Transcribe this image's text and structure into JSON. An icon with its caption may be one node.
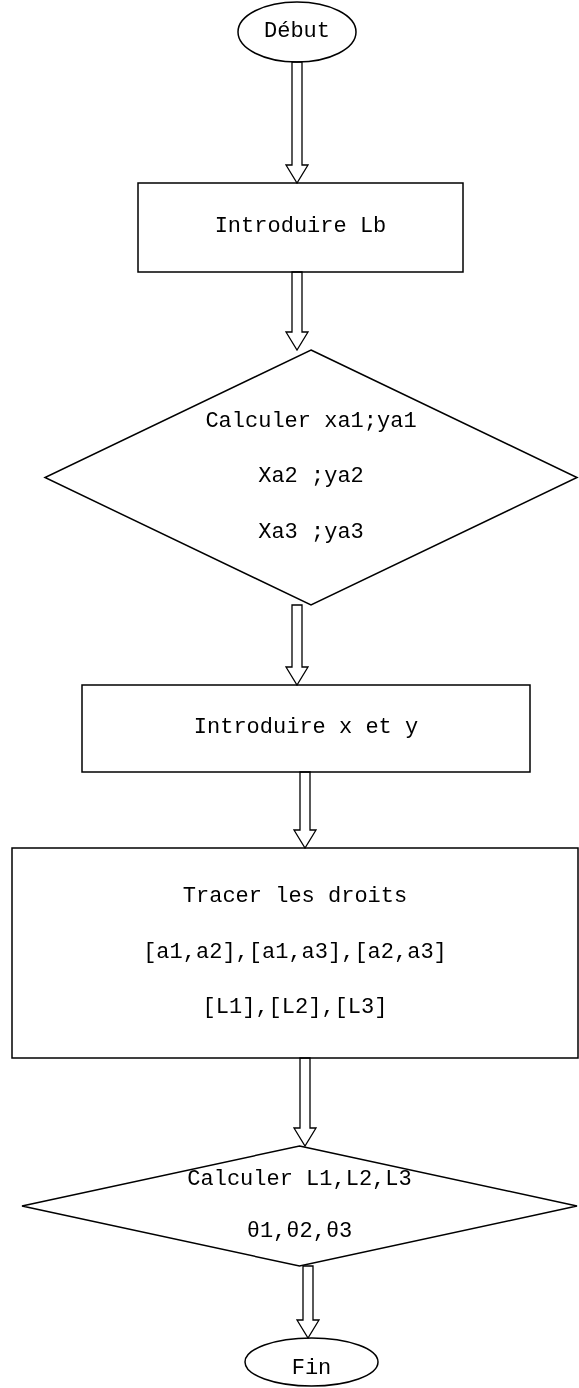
{
  "diagram": {
    "nodes": [
      {
        "text": [
          "Début"
        ]
      },
      {
        "text": [
          "Introduire Lb"
        ]
      },
      {
        "text": [
          "Calculer xa1;ya1",
          "Xa2 ;ya2",
          "Xa3 ;ya3"
        ]
      },
      {
        "text": [
          "Introduire x et y"
        ]
      },
      {
        "text": [
          "Tracer les droits",
          "[a1,a2],[a1,a3],[a2,a3]",
          "[L1],[L2],[L3]"
        ]
      },
      {
        "text": [
          "Calculer L1,L2,L3",
          "θ1,θ2,θ3"
        ]
      },
      {
        "text": [
          "Fin"
        ]
      }
    ],
    "edges": [
      {
        "from": 0,
        "to": 1,
        "arrow": "to"
      },
      {
        "from": 1,
        "to": 2,
        "arrow": "to"
      },
      {
        "from": 2,
        "to": 3,
        "arrow": "to"
      },
      {
        "from": 3,
        "to": 4,
        "arrow": "to"
      },
      {
        "from": 4,
        "to": 5,
        "arrow": "to"
      },
      {
        "from": 5,
        "to": 6,
        "arrow": "to"
      }
    ]
  }
}
